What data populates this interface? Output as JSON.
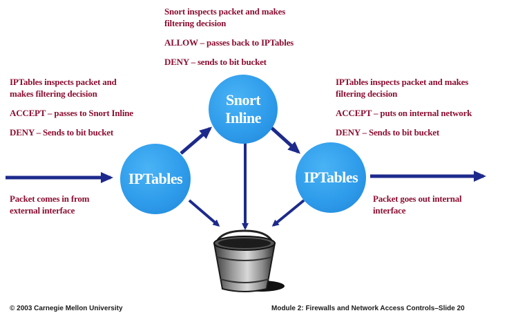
{
  "nodes": {
    "iptables_left": "IPTables",
    "snort_line1": "Snort",
    "snort_line2": "Inline",
    "iptables_right": "IPTables"
  },
  "text_blocks": {
    "snort": {
      "line1": "Snort inspects packet and makes",
      "line2": "filtering decision",
      "allow": "ALLOW – passes back to IPTables",
      "deny": "DENY – sends to bit bucket"
    },
    "left_iptables": {
      "line1": "IPTables inspects packet and",
      "line2": "makes filtering decision",
      "accept": "ACCEPT – passes to Snort Inline",
      "deny": "DENY – Sends to bit bucket"
    },
    "right_iptables": {
      "line1": "IPTables inspects packet and makes",
      "line2": "filtering decision",
      "accept": "ACCEPT – puts on internal network",
      "deny": "DENY – Sends to bit bucket"
    },
    "packet_in": {
      "line1": "Packet comes in from",
      "line2": "external interface"
    },
    "packet_out": {
      "line1": "Packet goes out internal",
      "line2": "interface"
    }
  },
  "footer": {
    "left": "© 2003 Carnegie Mellon University",
    "right": "Module 2: Firewalls and Network Access Controls–Slide 20"
  },
  "colors": {
    "text": "#8b0f32",
    "node": "#2f9ceb",
    "arrow": "#1d2a8c"
  },
  "icons": {
    "bucket": "bit-bucket-icon"
  }
}
